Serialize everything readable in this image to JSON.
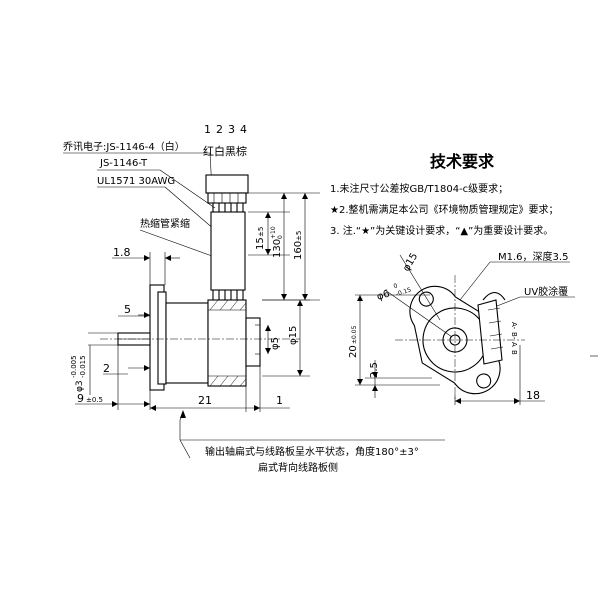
{
  "wire_numbers": [
    "1",
    "2",
    "3",
    "4"
  ],
  "wire_colors": "红白黑棕",
  "connector_spec": "乔讯电子:JS-1146-4（白）",
  "terminal_spec": "JS-1146-T",
  "wire_spec": "UL1571 30AWG",
  "heat_shrink": "热缩管紧缩",
  "tech_title": "技术要求",
  "requirements": [
    "1.未注尺寸公差按GB/T1804-c级要求；",
    "★2.整机需满足本公司《环境物质管理规定》要求；",
    "3.  注.“★”为关键设计要求，“▲”为重要设计要求。"
  ],
  "dims_side": {
    "d_1_8": "1.8",
    "d_5": "5",
    "d_2": "2",
    "d_shaft_base": "φ3",
    "d_shaft_tol_top": "-0.005",
    "d_shaft_tol_bot": "-0.015",
    "d_9": "9",
    "d_9_tol": "±0.5",
    "d_21": "21",
    "d_1": "1",
    "d_15_lead": "15",
    "d_15_lead_tol": "±5",
    "d_130": "130",
    "d_130_tol_top": "+10",
    "d_130_tol_bot": "0",
    "d_160": "160",
    "d_160_tol": "±5",
    "d_phi15": "φ15",
    "d_phi5": "φ5"
  },
  "dims_front": {
    "d_phi15": "φ15",
    "d_phi6": "φ6",
    "d_phi6_tol_top": "0",
    "d_phi6_tol_bot": "-0.15",
    "d_m16": "M1.6，深度3.5",
    "d_uv": "UV胶涂覆",
    "d_20": "20",
    "d_20_tol": "±0.05",
    "d_2_5": "2.5",
    "d_18": "18",
    "pin_labels": [
      "A-",
      "B-",
      "A",
      "B"
    ]
  },
  "note_line1": "输出轴扁式与线路板呈水平状态，角度180°±3°",
  "note_line2": "扁式背向线路板侧"
}
